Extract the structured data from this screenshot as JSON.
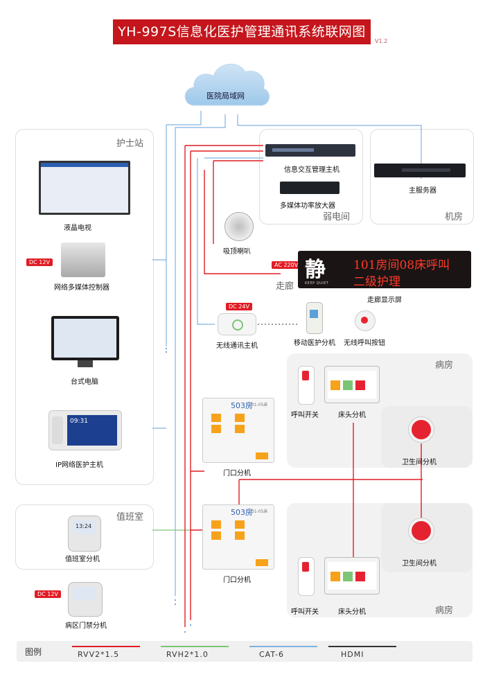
{
  "title": "YH-997S信息化医护管理通讯系统联网图",
  "version": "V1.2",
  "cloud": {
    "label": "医院局域网"
  },
  "rooms": {
    "nurse_station": "护士站",
    "weak_room": "弱电间",
    "machine_room": "机房",
    "corridor": "走廊",
    "ward_1": "病房",
    "ward_2": "病房",
    "duty_room": "值班室"
  },
  "devices": {
    "lcd_tv": "液晶电视",
    "media_controller": "网络多媒体控制器",
    "desktop": "台式电脑",
    "ip_host": "IP网络医护主机",
    "info_host": "信息交互管理主机",
    "amplifier": "多媒体功率放大器",
    "server": "主服务器",
    "ceiling_speaker": "吸顶喇叭",
    "corridor_display": "走廊显示屏",
    "wireless_host": "无线通讯主机",
    "mobile_terminal": "移动医护分机",
    "wireless_button": "无线呼叫按钮",
    "call_switch_1": "呼叫开关",
    "bedside_1": "床头分机",
    "toilet_1": "卫生间分机",
    "door_1": "门口分机",
    "door_2": "门口分机",
    "toilet_2": "卫生间分机",
    "call_switch_2": "呼叫开关",
    "bedside_2": "床头分机",
    "duty_terminal": "值班室分机",
    "ward_door_access": "病区门禁分机"
  },
  "power_tags": {
    "controller": "DC 12V",
    "display": "AC 220V",
    "wireless": "DC 24V",
    "door_access": "DC 12V"
  },
  "led_display": {
    "line1": "101房间08床呼叫",
    "line2": "二级护理",
    "big_char": "静",
    "keep_quiet": "KEEP QUIET"
  },
  "door_panel": {
    "room": "503房",
    "beds": "01-05床"
  },
  "duty_screen_time": "13:24",
  "ip_screen_time": "09:31",
  "legend": {
    "title": "图例",
    "items": [
      {
        "label": "RVV2*1.5",
        "color": "#e11c24"
      },
      {
        "label": "RVH2*1.0",
        "color": "#7cc576"
      },
      {
        "label": "CAT-6",
        "color": "#7fb2df"
      },
      {
        "label": "HDMI",
        "color": "#333333"
      }
    ]
  }
}
